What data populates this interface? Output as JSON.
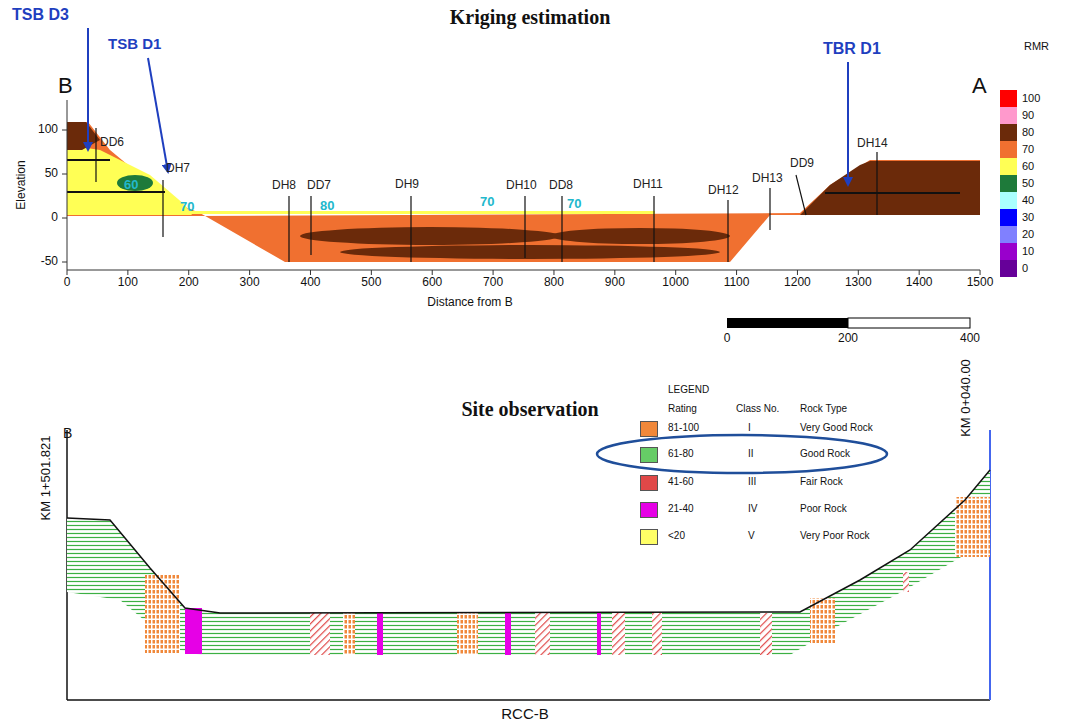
{
  "diagram": {
    "labels": [
      "TSB D3",
      "TSB D1",
      "Kriging estimation",
      "TBR D1",
      "B",
      "A",
      "RMR",
      "Elevation",
      "100",
      "50",
      "0",
      "-50",
      "0",
      "100",
      "200",
      "300",
      "400",
      "500",
      "600",
      "700",
      "800",
      "900",
      "1000",
      "1100",
      "1200",
      "1300",
      "1400",
      "1500",
      "Distance from B",
      "0",
      "200",
      "400",
      "DD6",
      "DH7",
      "DH8",
      "DD7",
      "DH9",
      "DH10",
      "DD8",
      "DH11",
      "DH12",
      "DH13",
      "DD9",
      "DH14",
      "60",
      "70",
      "80",
      "70",
      "70",
      "Site observation",
      "LEGEND",
      "Rating",
      "Class No.",
      "Rock Type",
      "81-100",
      "61-80",
      "41-60",
      "21-40",
      "<20",
      "I",
      "II",
      "III",
      "IV",
      "V",
      "KM 1+501.821",
      "B",
      "KM 0+040.00",
      "RCC-B"
    ],
    "legend": [
      {
        "text": "100",
        "color": "#ff0000"
      },
      {
        "text": "90",
        "color": "#ff99cc"
      },
      {
        "text": "80",
        "color": "#6b2a0a"
      },
      {
        "text": "70",
        "color": "#f07030"
      },
      {
        "text": "60",
        "color": "#ffff55"
      },
      {
        "text": "50",
        "color": "#1e7a3a"
      },
      {
        "text": "40",
        "color": "#aaffff"
      },
      {
        "text": "30",
        "color": "#0000ff"
      },
      {
        "text": "20",
        "color": "#8080ff"
      },
      {
        "text": "10",
        "color": "#9900cc"
      },
      {
        "text": "0",
        "color": "#660099"
      },
      {
        "text": "Very Good Rock",
        "color": "#f0883a"
      },
      {
        "text": "Good Rock",
        "color": "#66cc66"
      },
      {
        "text": "Fair Rock",
        "color": "#e04848"
      },
      {
        "text": "Poor Rock",
        "color": "#e600e6"
      },
      {
        "text": "Very Poor Rock",
        "color": "#ffff66"
      }
    ]
  }
}
